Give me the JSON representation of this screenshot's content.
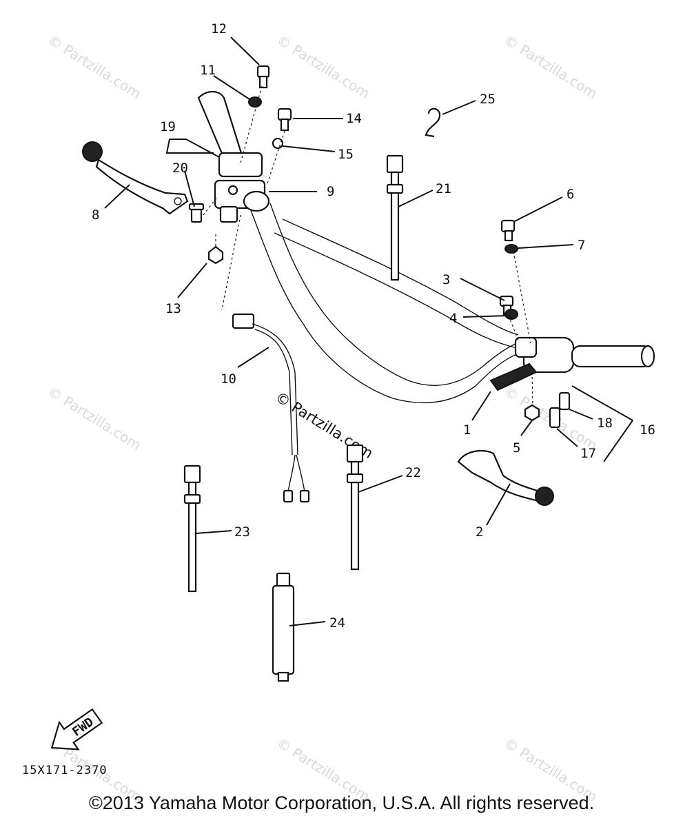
{
  "watermark": "© Partzilla.com",
  "callouts": [
    "1",
    "2",
    "3",
    "4",
    "5",
    "6",
    "7",
    "8",
    "9",
    "10",
    "11",
    "12",
    "13",
    "14",
    "15",
    "16",
    "17",
    "18",
    "19",
    "20",
    "21",
    "22",
    "23",
    "24",
    "25"
  ],
  "fwd_label": "FWD",
  "drawing_code": "15X171-2370",
  "copyright": "©2013 Yamaha Motor Corporation, U.S.A. All rights reserved."
}
